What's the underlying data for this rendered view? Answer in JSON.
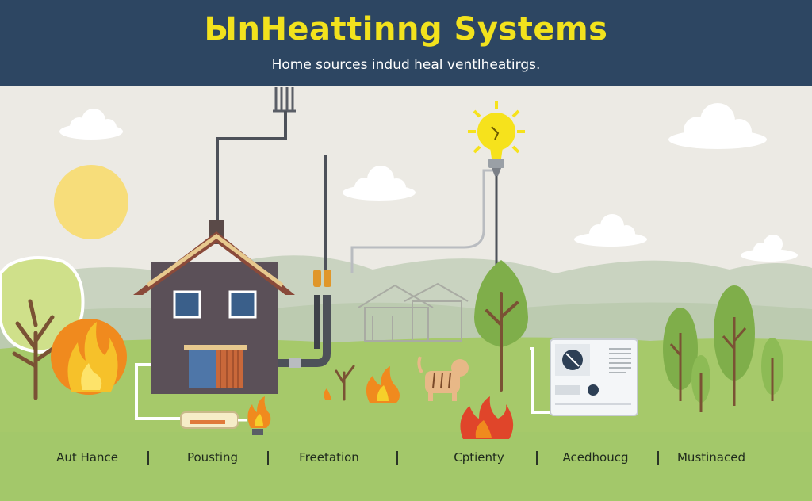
{
  "header": {
    "title": "ЫnHeattinng Systems",
    "subtitle": "Home sources indud heal ventlheatirgs."
  },
  "legend": {
    "items": [
      {
        "label": "Aut Hance"
      },
      {
        "label": "Pousting"
      },
      {
        "label": "Freetation"
      },
      {
        "label": "Cptienty"
      },
      {
        "label": "Acedhoucg"
      },
      {
        "label": "Mustinaced"
      }
    ]
  },
  "colors": {
    "header_bg": "#2d4662",
    "title": "#f2e21d",
    "sky": "#eceae4",
    "grass": "#a6c96a",
    "house_wall": "#5b5058",
    "roof": "#8a4a3a",
    "sun": "#f7dd7a",
    "bulb": "#f6e21c",
    "flame_orange": "#f08a1e",
    "flame_red": "#e0452a",
    "tree_green": "#7fae4a",
    "trunk": "#7a5234"
  }
}
